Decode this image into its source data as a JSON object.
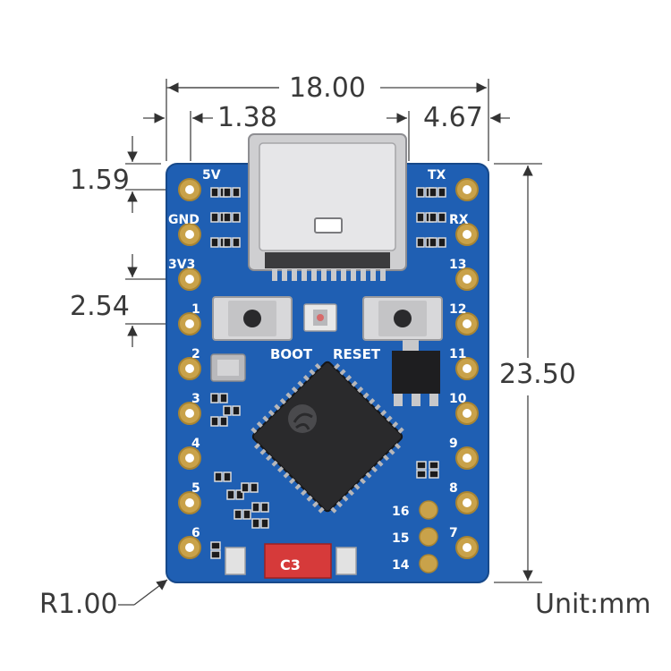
{
  "dimensions": {
    "width": "18.00",
    "left_offset": "1.38",
    "right_offset": "4.67",
    "top_offset": "1.59",
    "pitch": "2.54",
    "height": "23.50",
    "corner_radius": "R1.00",
    "unit": "Unit:mm"
  },
  "board": {
    "left_pin_labels": [
      "5V",
      "GND",
      "3V3",
      "1",
      "2",
      "3",
      "4",
      "5",
      "6"
    ],
    "right_pin_labels": [
      "TX",
      "RX",
      "13",
      "12",
      "11",
      "10",
      "9",
      "8",
      "7"
    ],
    "inner_pin_labels": [
      "16",
      "15",
      "14"
    ],
    "button_labels": [
      "BOOT",
      "RESET"
    ],
    "antenna_label": "C3",
    "colors": {
      "pcb": "#1f5fb3",
      "pad": "#c9a24a",
      "chip": "#2a2a2c",
      "connector": "#c8c8c8",
      "antenna": "#d63a3a"
    }
  }
}
